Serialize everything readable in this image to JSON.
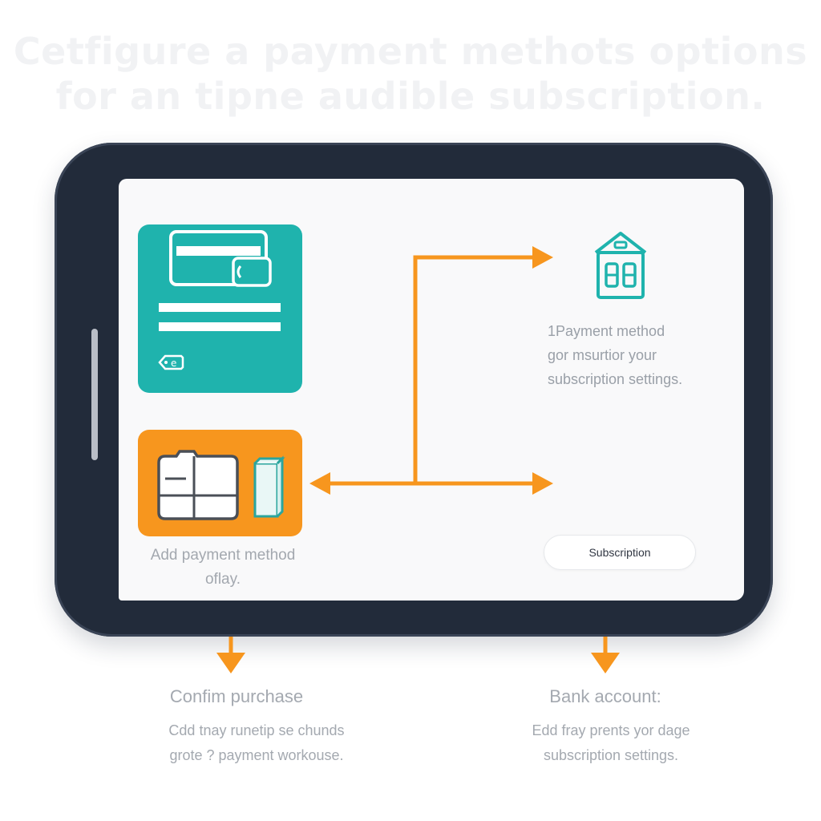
{
  "headline": {
    "line1": "Cetfigure a payment methots options",
    "line2": "for an tipne audible subscription."
  },
  "colors": {
    "device": "#222b3a",
    "teal": "#1fb3ad",
    "orange": "#f7961e",
    "arrow": "#f7961e"
  },
  "cards": {
    "teal_card": {
      "icon": "credit-card-icon",
      "badge": "e"
    },
    "orange_card": {
      "icon": "wallet-icon"
    }
  },
  "right_panel": {
    "icon": "building-icon",
    "text_lines": [
      "1Payment method",
      "gor msurtior your",
      "subscription settings."
    ],
    "pill_label": "Subscription"
  },
  "left_panel": {
    "text_lines": [
      "Add payment method",
      "oflay."
    ]
  },
  "captions": {
    "left": {
      "title": "Confim purchase",
      "body_lines": [
        "Cdd tnay runetip se chunds",
        "grote ? payment workouse."
      ]
    },
    "right": {
      "title": "Bank account:",
      "body_lines": [
        "Edd fray prents yor dage",
        "subscription settings."
      ]
    }
  }
}
